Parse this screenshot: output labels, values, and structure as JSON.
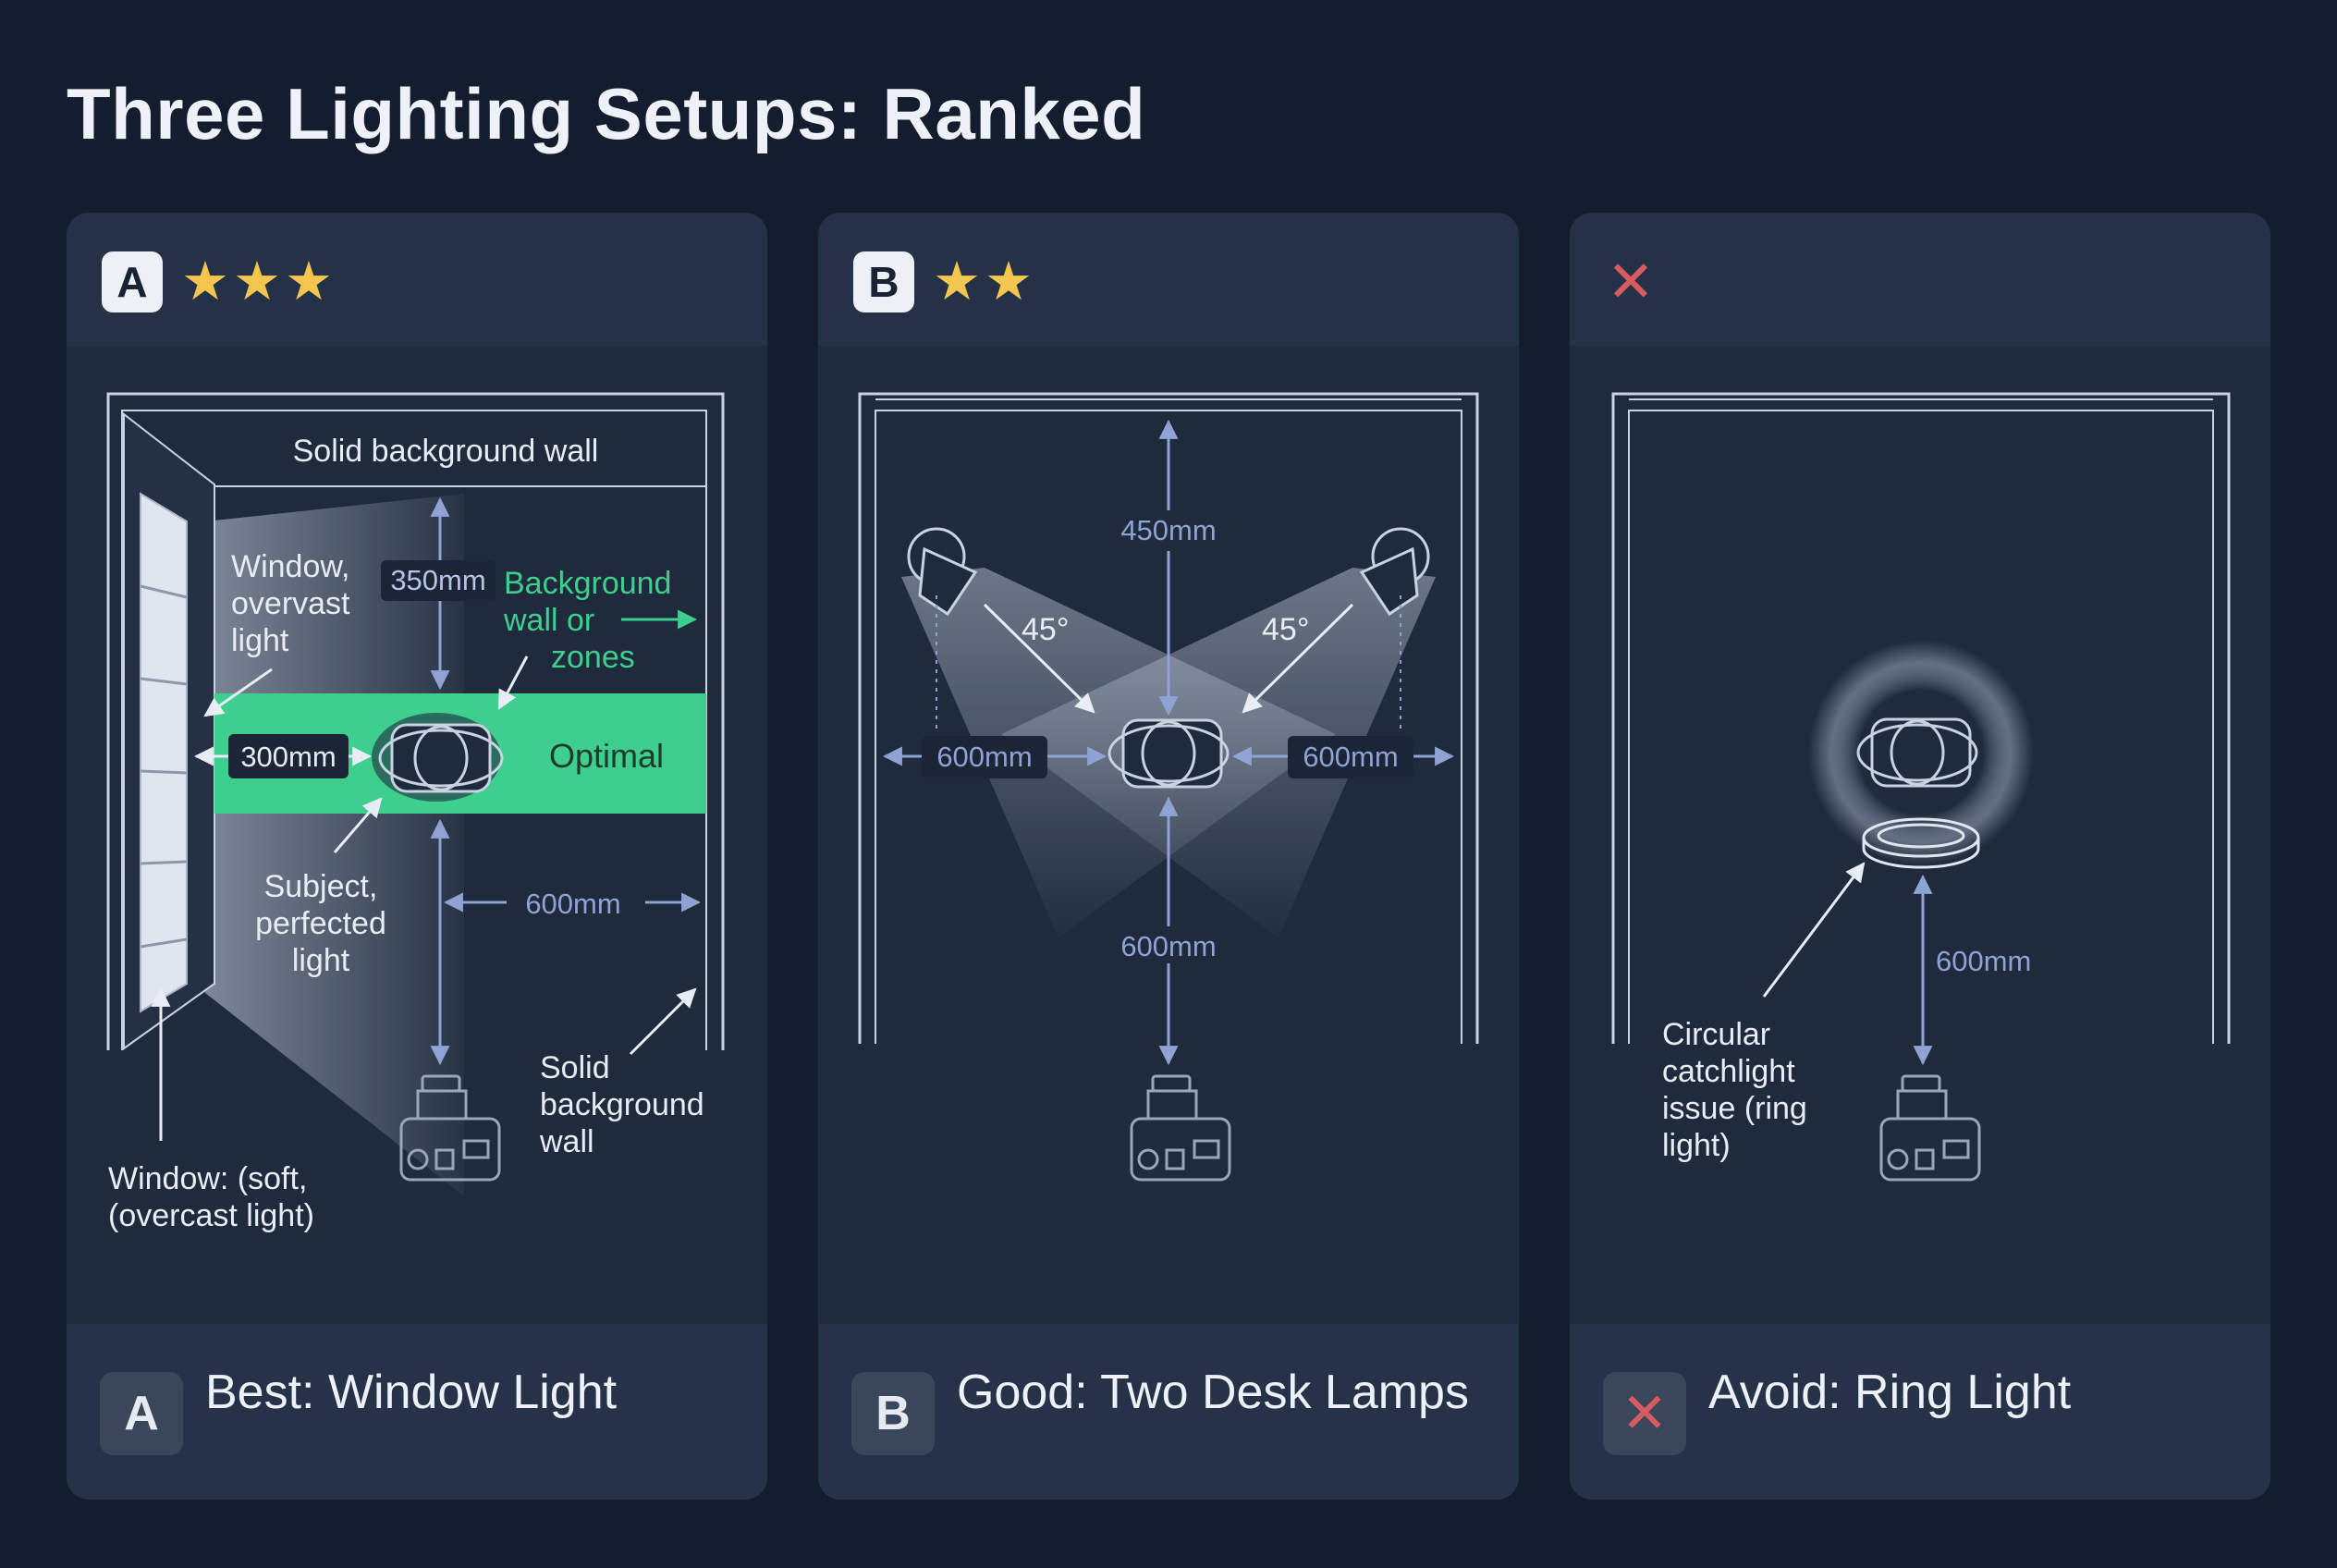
{
  "title": "Three Lighting Setups: Ranked",
  "colors": {
    "background": "#141d2e",
    "card": "#1f2a3c",
    "star": "#f3c74f",
    "avoid": "#d85b5f",
    "optimal": "#3ecf8e",
    "dimension": "#8ea3d4"
  },
  "cards": [
    {
      "badge": "A",
      "stars": "★★★",
      "footer_badge": "A",
      "footer_title": "Best: Window Light",
      "labels": {
        "wall_top": "Solid background wall",
        "window_l1": "Window,",
        "window_l2": "overvast",
        "window_l3": "light",
        "dim_top": "350mm",
        "bg_l1": "Background",
        "bg_l2": "wall or",
        "bg_l3": "zones",
        "dim_left": "300mm",
        "optimal": "Optimal",
        "subject_l1": "Subject,",
        "subject_l2": "perfected",
        "subject_l3": "light",
        "dim_right": "600mm",
        "wall_r1": "Solid",
        "wall_r2": "background",
        "wall_r3": "wall",
        "window2_l1": "Window: (soft,",
        "window2_l2": "(overcast light)"
      }
    },
    {
      "badge": "B",
      "stars": "★★",
      "footer_badge": "B",
      "footer_title": "Good: Two Desk Lamps",
      "labels": {
        "dim_top": "450mm",
        "angle_left": "45°",
        "angle_right": "45°",
        "dim_left": "600mm",
        "dim_right": "600mm",
        "dim_bottom": "600mm"
      }
    },
    {
      "icon": "close-icon",
      "footer_badge": "✕",
      "footer_title": "Avoid: Ring Light",
      "labels": {
        "dim_bottom": "600mm",
        "issue_l1": "Circular",
        "issue_l2": "catchlight",
        "issue_l3": "issue (ring",
        "issue_l4": "light)"
      }
    }
  ]
}
